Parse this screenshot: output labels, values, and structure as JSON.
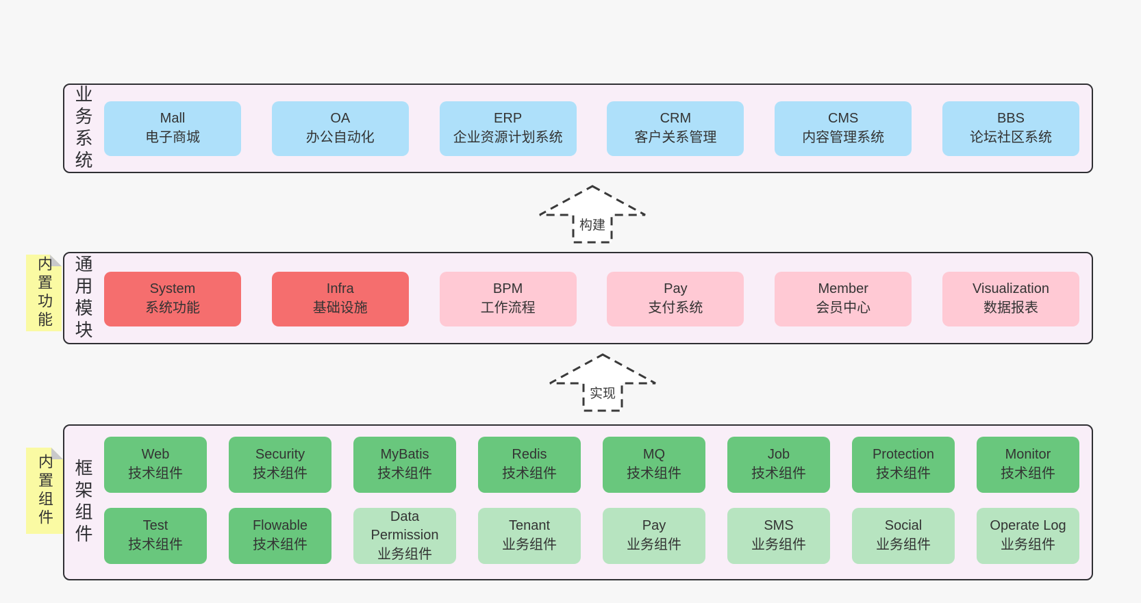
{
  "colors": {
    "page_bg": "#f7f7f7",
    "band_bg": "#f9eef8",
    "band_border": "#2f2f33",
    "blue": "#aee0fa",
    "red": "#f56e6e",
    "pink": "#ffc9d4",
    "green": "#69c77d",
    "light_green": "#b7e4c0",
    "sticky_yellow": "#fafaa3",
    "text": "#333333"
  },
  "bands": [
    {
      "label": "业务系统",
      "boxes": [
        {
          "name": "Mall",
          "desc": "电子商城"
        },
        {
          "name": "OA",
          "desc": "办公自动化"
        },
        {
          "name": "ERP",
          "desc": "企业资源计划系统"
        },
        {
          "name": "CRM",
          "desc": "客户关系管理"
        },
        {
          "name": "CMS",
          "desc": "内容管理系统"
        },
        {
          "name": "BBS",
          "desc": "论坛社区系统"
        }
      ]
    },
    {
      "label": "通用模块",
      "sticky": "内置功能",
      "boxes": [
        {
          "name": "System",
          "desc": "系统功能"
        },
        {
          "name": "Infra",
          "desc": "基础设施"
        },
        {
          "name": "BPM",
          "desc": "工作流程"
        },
        {
          "name": "Pay",
          "desc": "支付系统"
        },
        {
          "name": "Member",
          "desc": "会员中心"
        },
        {
          "name": "Visualization",
          "desc": "数据报表"
        }
      ]
    },
    {
      "label": "框架组件",
      "sticky": "内置组件",
      "rows": [
        [
          {
            "name": "Web",
            "desc": "技术组件"
          },
          {
            "name": "Security",
            "desc": "技术组件"
          },
          {
            "name": "MyBatis",
            "desc": "技术组件"
          },
          {
            "name": "Redis",
            "desc": "技术组件"
          },
          {
            "name": "MQ",
            "desc": "技术组件"
          },
          {
            "name": "Job",
            "desc": "技术组件"
          },
          {
            "name": "Protection",
            "desc": "技术组件"
          },
          {
            "name": "Monitor",
            "desc": "技术组件"
          }
        ],
        [
          {
            "name": "Test",
            "desc": "技术组件"
          },
          {
            "name": "Flowable",
            "desc": "技术组件"
          },
          {
            "name": "Data Permission",
            "desc": "业务组件"
          },
          {
            "name": "Tenant",
            "desc": "业务组件"
          },
          {
            "name": "Pay",
            "desc": "业务组件"
          },
          {
            "name": "SMS",
            "desc": "业务组件"
          },
          {
            "name": "Social",
            "desc": "业务组件"
          },
          {
            "name": "Operate Log",
            "desc": "业务组件"
          }
        ]
      ]
    }
  ],
  "arrows": [
    {
      "label": "构建"
    },
    {
      "label": "实现"
    }
  ]
}
